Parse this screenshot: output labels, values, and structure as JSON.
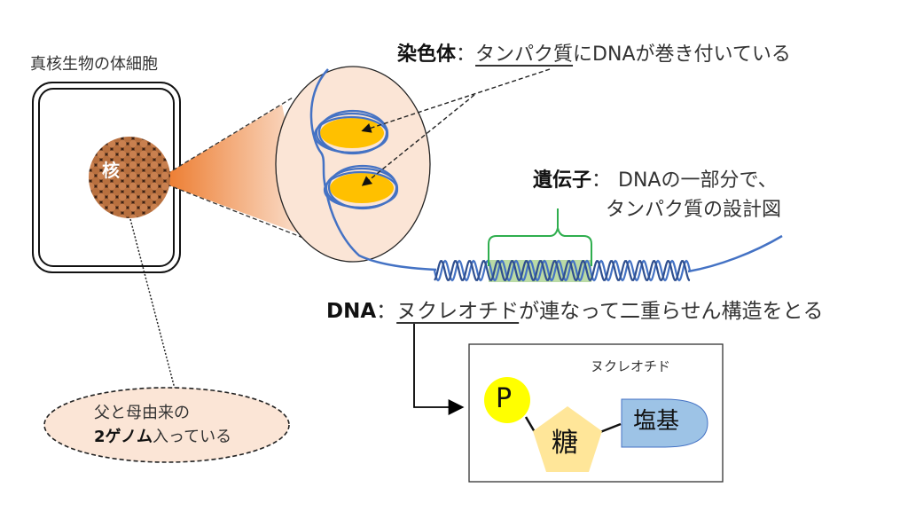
{
  "cell": {
    "title": "真核生物の体細胞",
    "nucleus_label": "核"
  },
  "chromosome": {
    "term": "染色体",
    "separator": "：",
    "underlined": "タンパク質",
    "rest": "にDNAが巻き付いている"
  },
  "gene": {
    "term": "遺伝子",
    "separator": "：",
    "line1": "DNAの一部分で、",
    "line2": "タンパク質の設計図"
  },
  "dna": {
    "term": "DNA",
    "separator": "：",
    "underlined": "ヌクレオチド",
    "rest": "が連なって二重らせん構造をとる"
  },
  "nucleotide": {
    "title": "ヌクレオチド",
    "phosphate": "P",
    "sugar": "糖",
    "base": "塩基"
  },
  "genome_note": {
    "line1": "父と母由来の",
    "line2_bold": "2ゲノム",
    "line2_rest": "入っている"
  },
  "colors": {
    "dna_blue": "#4472c4",
    "chromosome_fill": "#ffc000",
    "gene_bracket": "#2fae4e",
    "gene_highlight": "#a9d18e",
    "zoom_fill": "#fbe5d6",
    "cone_start": "#ed7d31",
    "phosphate": "#ffff00",
    "sugar": "#ffe699",
    "base": "#9dc3e6"
  }
}
